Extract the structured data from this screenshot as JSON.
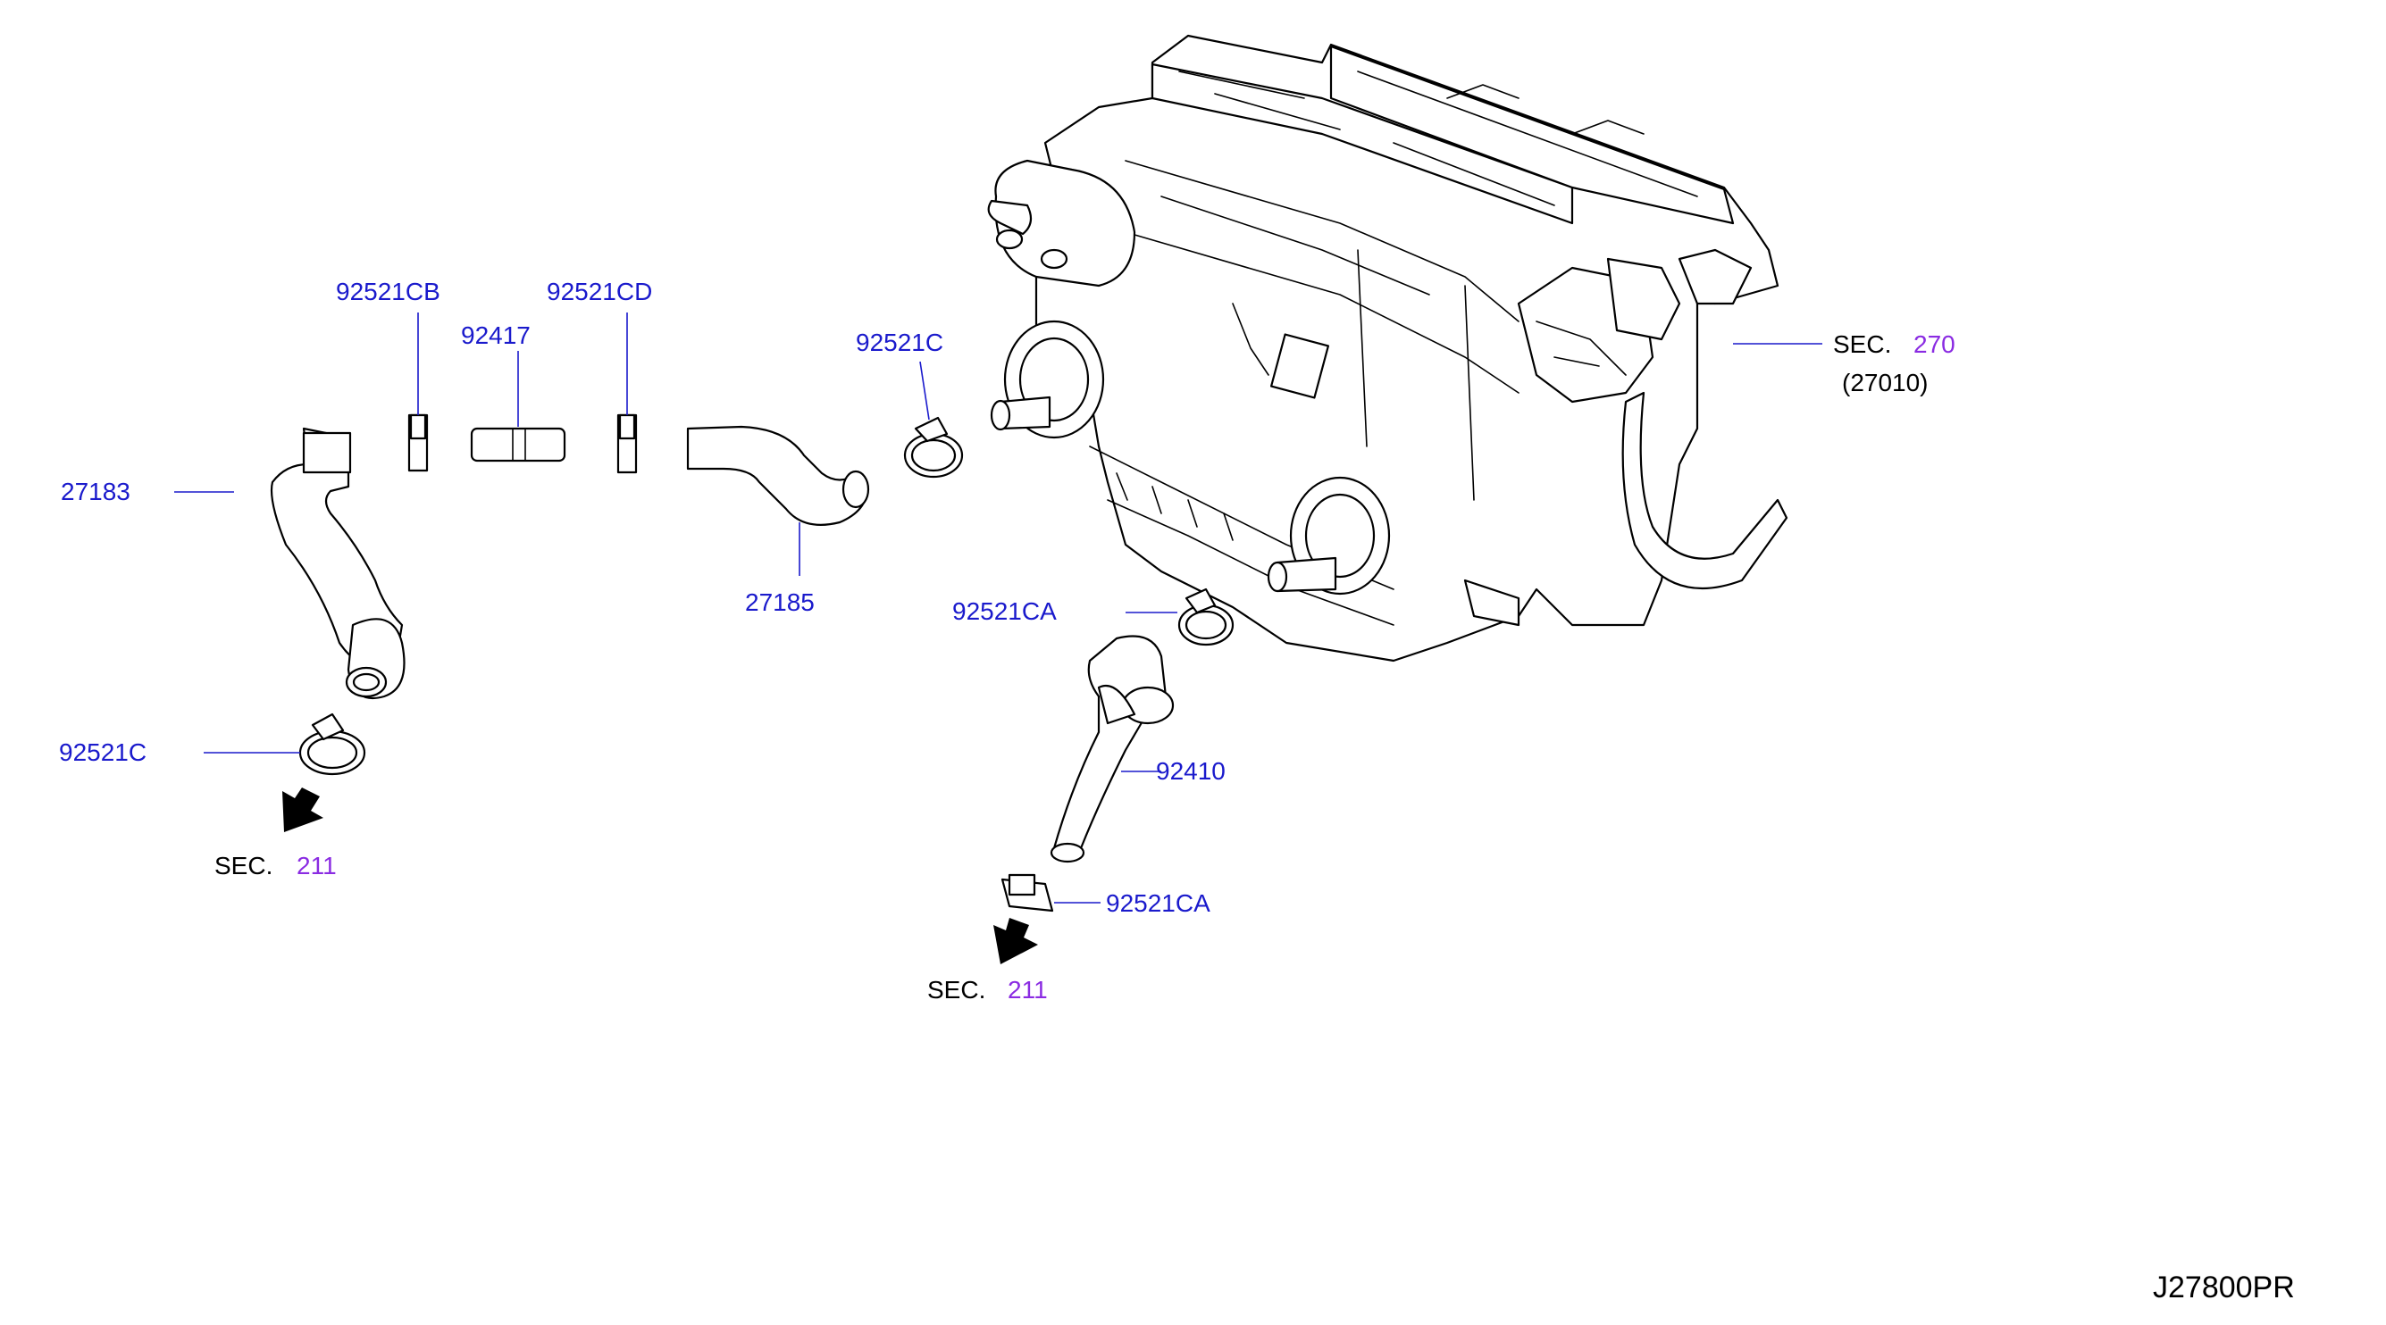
{
  "labels": {
    "hose_27183": "27183",
    "clamp_92521cb": "92521CB",
    "joint_92417": "92417",
    "clamp_92521cd": "92521CD",
    "hose_27185": "27185",
    "clamp_92521c_top": "92521C",
    "clamp_92521c_left": "92521C",
    "clamp_92521ca_upper": "92521CA",
    "hose_92410": "92410",
    "clamp_92521ca_lower": "92521CA",
    "heater_ref_paren": "(27010)"
  },
  "sections": {
    "heater": {
      "prefix": "SEC.",
      "number": "270"
    },
    "left_outlet": {
      "prefix": "SEC.",
      "number": "211"
    },
    "right_outlet": {
      "prefix": "SEC.",
      "number": "211"
    }
  },
  "diagram_code": "J27800PR",
  "colors": {
    "label": "#1a1acc",
    "section_number": "#8a2be2",
    "line": "#000000"
  }
}
